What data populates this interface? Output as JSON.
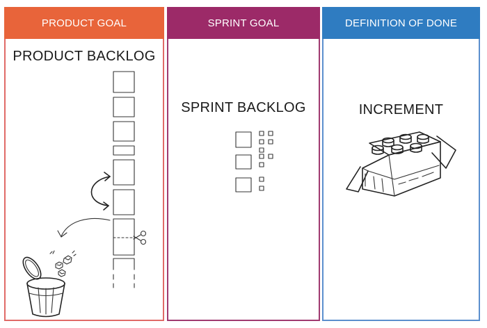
{
  "colors": {
    "product": "#e8643a",
    "sprint": "#9c2a68",
    "done": "#2f7cc1",
    "product_border": "#e06a67",
    "sprint_border": "#a03a70",
    "done_border": "#5b8fcd"
  },
  "panels": {
    "product": {
      "header": "PRODUCT GOAL",
      "title": "PRODUCT BACKLOG"
    },
    "sprint": {
      "header": "SPRINT GOAL",
      "title": "SPRINT BACKLOG"
    },
    "done": {
      "header": "DEFINITION OF DONE",
      "title": "INCREMENT"
    }
  },
  "icons": {
    "product": [
      "backlog-item-stack",
      "reorder-arrow-icon",
      "discard-arrow-icon",
      "scissors-icon",
      "crumpled-paper-icon",
      "trash-can-icon"
    ],
    "sprint": [
      "sprint-item-icon",
      "task-icon"
    ],
    "done": [
      "increment-box-icon"
    ]
  }
}
